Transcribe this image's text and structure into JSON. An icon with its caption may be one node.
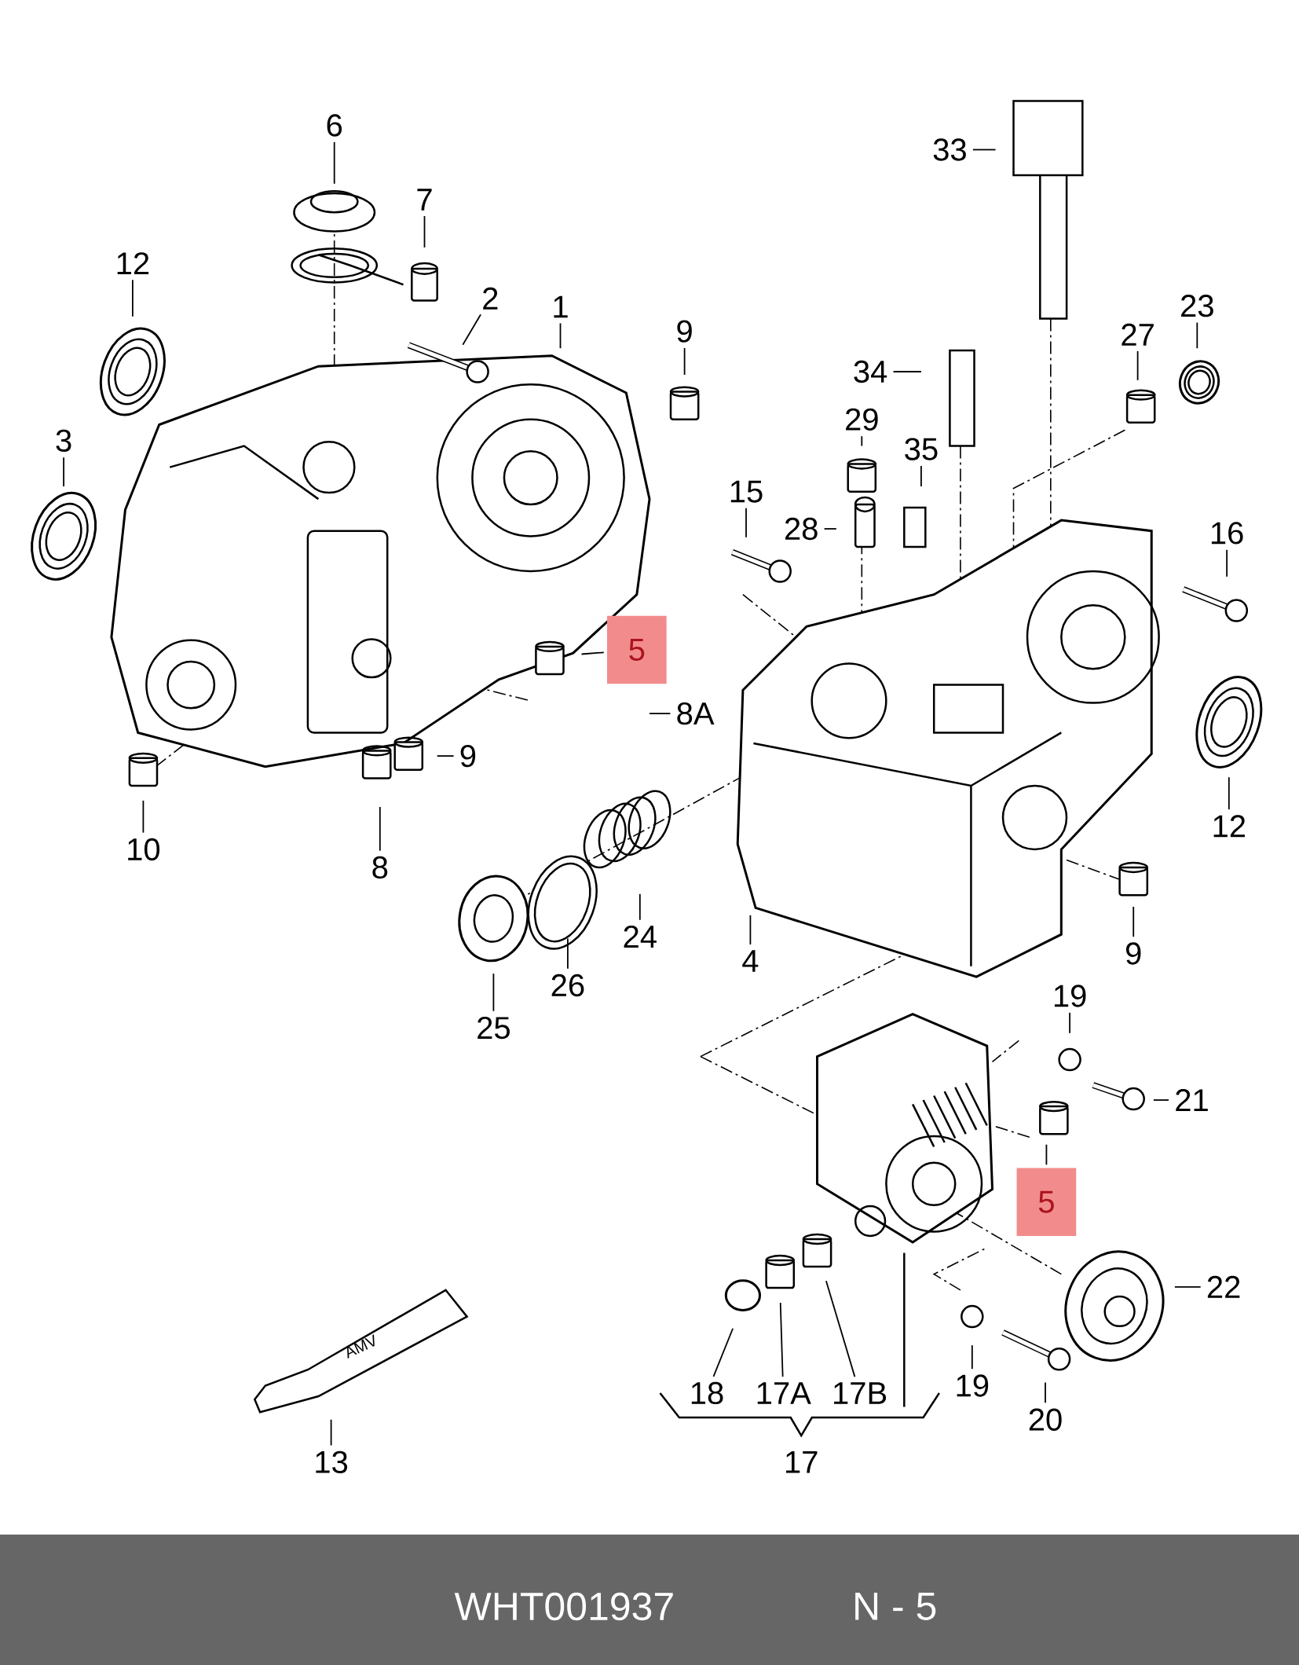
{
  "diagram": {
    "nodes": [
      {
        "text": [
          "6"
        ]
      },
      {
        "text": [
          "7"
        ]
      },
      {
        "text": [
          "33"
        ]
      },
      {
        "text": [
          "12"
        ]
      },
      {
        "text": [
          "2"
        ]
      },
      {
        "text": [
          "1"
        ]
      },
      {
        "text": [
          "9"
        ]
      },
      {
        "text": [
          "23"
        ]
      },
      {
        "text": [
          "27"
        ]
      },
      {
        "text": [
          "34"
        ]
      },
      {
        "text": [
          "29"
        ]
      },
      {
        "text": [
          "3"
        ]
      },
      {
        "text": [
          "35"
        ]
      },
      {
        "text": [
          "15"
        ]
      },
      {
        "text": [
          "28"
        ]
      },
      {
        "text": [
          "16"
        ]
      },
      {
        "text": [
          "5"
        ]
      },
      {
        "text": [
          "8A"
        ]
      },
      {
        "text": [
          "9"
        ]
      },
      {
        "text": [
          "12"
        ]
      },
      {
        "text": [
          "10"
        ]
      },
      {
        "text": [
          "8"
        ]
      },
      {
        "text": [
          "24"
        ]
      },
      {
        "text": [
          "4"
        ]
      },
      {
        "text": [
          "9"
        ]
      },
      {
        "text": [
          "26"
        ]
      },
      {
        "text": [
          "19"
        ]
      },
      {
        "text": [
          "25"
        ]
      },
      {
        "text": [
          "21"
        ]
      },
      {
        "text": [
          "5"
        ]
      },
      {
        "text": [
          "22"
        ]
      },
      {
        "text": [
          "19"
        ]
      },
      {
        "text": [
          "18"
        ]
      },
      {
        "text": [
          "17A"
        ]
      },
      {
        "text": [
          "17B"
        ]
      },
      {
        "text": [
          "20"
        ]
      },
      {
        "text": [
          "13"
        ]
      }
    ],
    "edges": [
      {
        "from": 0,
        "to": null,
        "arrow": "none"
      },
      {
        "from": 1,
        "to": null,
        "arrow": "none"
      },
      {
        "from": 2,
        "to": null,
        "arrow": "none"
      },
      {
        "from": 3,
        "to": null,
        "arrow": "none"
      },
      {
        "from": 4,
        "to": null,
        "arrow": "none"
      },
      {
        "from": 5,
        "to": null,
        "arrow": "none"
      },
      {
        "from": 6,
        "to": null,
        "arrow": "none"
      },
      {
        "from": 7,
        "to": null,
        "arrow": "none"
      },
      {
        "from": 8,
        "to": null,
        "arrow": "none"
      },
      {
        "from": 9,
        "to": null,
        "arrow": "none"
      },
      {
        "from": 10,
        "to": null,
        "arrow": "none"
      },
      {
        "from": 11,
        "to": null,
        "arrow": "none"
      },
      {
        "from": 12,
        "to": null,
        "arrow": "none"
      },
      {
        "from": 13,
        "to": null,
        "arrow": "none"
      },
      {
        "from": 14,
        "to": null,
        "arrow": "none"
      },
      {
        "from": 15,
        "to": null,
        "arrow": "none"
      },
      {
        "from": 16,
        "to": null,
        "arrow": "none"
      },
      {
        "from": 17,
        "to": null,
        "arrow": "none"
      },
      {
        "from": 18,
        "to": null,
        "arrow": "none"
      },
      {
        "from": 19,
        "to": null,
        "arrow": "none"
      },
      {
        "from": 20,
        "to": null,
        "arrow": "none"
      },
      {
        "from": 21,
        "to": null,
        "arrow": "none"
      },
      {
        "from": 22,
        "to": null,
        "arrow": "none"
      },
      {
        "from": 23,
        "to": null,
        "arrow": "none"
      },
      {
        "from": 24,
        "to": null,
        "arrow": "none"
      },
      {
        "from": 25,
        "to": null,
        "arrow": "none"
      },
      {
        "from": 26,
        "to": null,
        "arrow": "none"
      },
      {
        "from": 27,
        "to": null,
        "arrow": "none"
      },
      {
        "from": 28,
        "to": null,
        "arrow": "none"
      },
      {
        "from": 29,
        "to": null,
        "arrow": "none"
      },
      {
        "from": 30,
        "to": null,
        "arrow": "none"
      },
      {
        "from": 31,
        "to": null,
        "arrow": "none"
      },
      {
        "from": 32,
        "to": null,
        "arrow": "none"
      },
      {
        "from": 33,
        "to": null,
        "arrow": "none"
      },
      {
        "from": 34,
        "to": null,
        "arrow": "none"
      },
      {
        "from": 35,
        "to": null,
        "arrow": "none"
      },
      {
        "from": 36,
        "to": null,
        "arrow": "none"
      }
    ],
    "labels": [
      "AMV",
      "17",
      "WHT001937",
      "N - 5"
    ]
  }
}
